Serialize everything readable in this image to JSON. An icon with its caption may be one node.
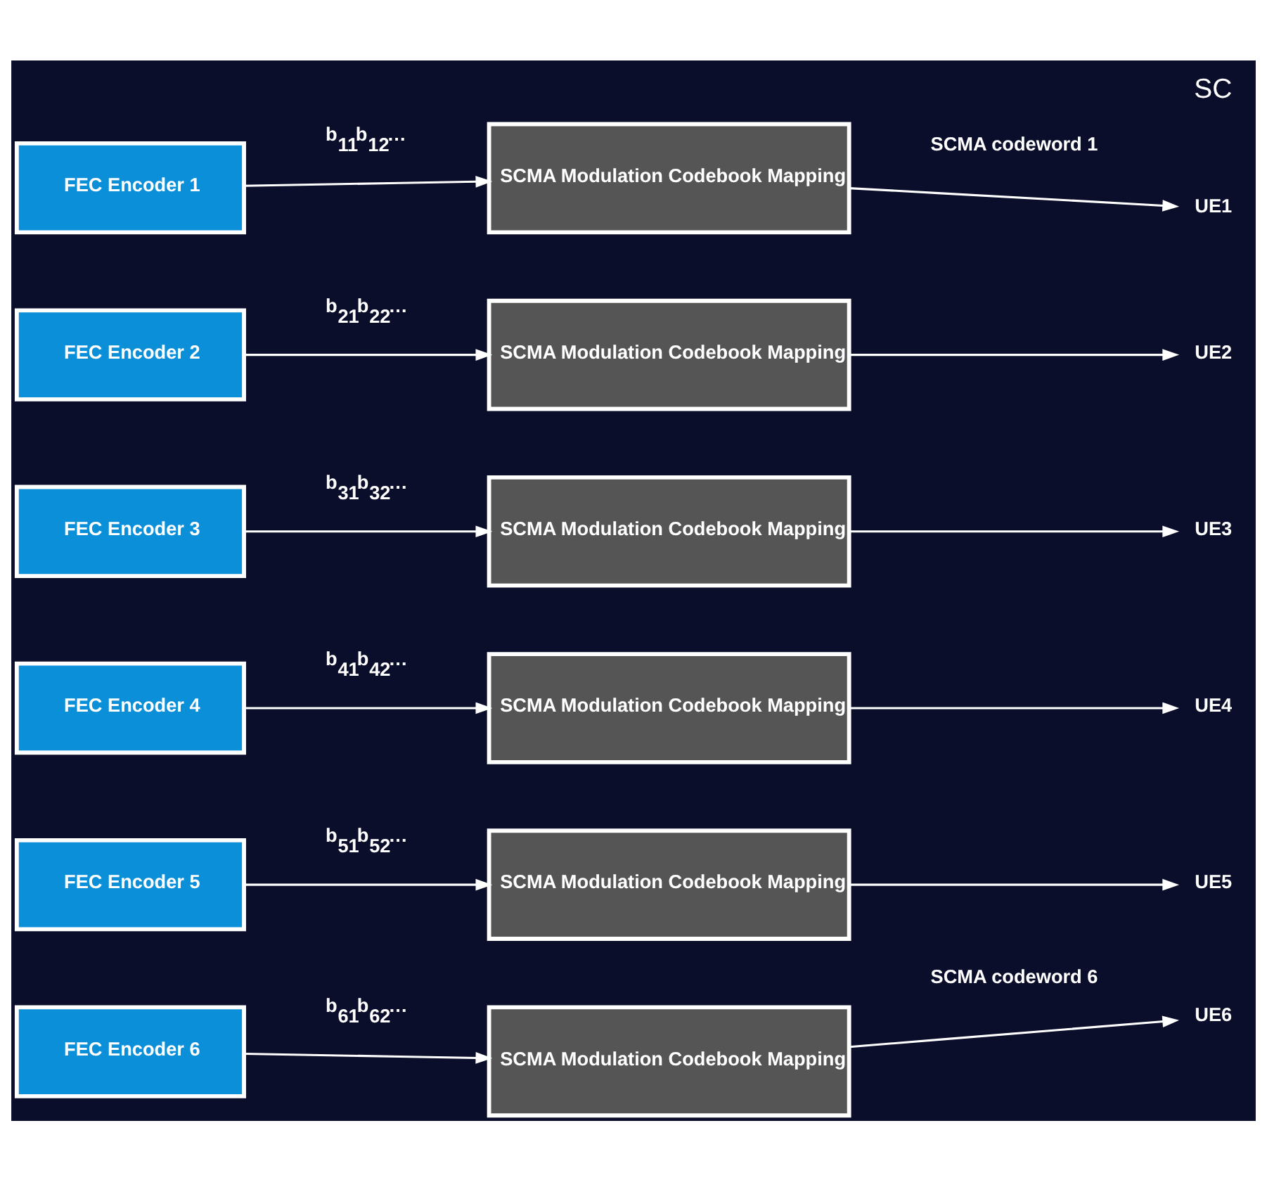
{
  "diagram": {
    "nodes": [
      {
        "text": [
          "FEC Encoder 1"
        ]
      },
      {
        "text": [
          "FEC Encoder 2"
        ]
      },
      {
        "text": [
          "FEC Encoder 3"
        ]
      },
      {
        "text": [
          "FEC Encoder 4"
        ]
      },
      {
        "text": [
          "FEC Encoder 5"
        ]
      },
      {
        "text": [
          "FEC Encoder 6"
        ]
      },
      {
        "text": [
          "SCMA Modulation Codebook Mapping"
        ]
      },
      {
        "text": [
          "SCMA Modulation Codebook Mapping"
        ]
      },
      {
        "text": [
          "SCMA Modulation Codebook Mapping"
        ]
      },
      {
        "text": [
          "SCMA Modulation Codebook Mapping"
        ]
      },
      {
        "text": [
          "SCMA Modulation Codebook Mapping"
        ]
      },
      {
        "text": [
          "SCMA Modulation Codebook Mapping"
        ]
      },
      {
        "text": [
          "UE1"
        ]
      },
      {
        "text": [
          "UE2"
        ]
      },
      {
        "text": [
          "UE3"
        ]
      },
      {
        "text": [
          "UE4"
        ]
      },
      {
        "text": [
          "UE5"
        ]
      },
      {
        "text": [
          "UE6"
        ]
      }
    ],
    "edges": [
      {
        "from": 0,
        "to": 6,
        "arrow": "to",
        "label": "b$_{11}$b$_{12}$…"
      },
      {
        "from": 1,
        "to": 7,
        "arrow": "to",
        "label": "b$_{21}$b$_{22}$…"
      },
      {
        "from": 2,
        "to": 8,
        "arrow": "to",
        "label": "b$_{31}$b$_{32}$…"
      },
      {
        "from": 3,
        "to": 9,
        "arrow": "to",
        "label": "b$_{41}$b$_{42}$…"
      },
      {
        "from": 4,
        "to": 10,
        "arrow": "to",
        "label": "b$_{51}$b$_{52}$…"
      },
      {
        "from": 5,
        "to": 11,
        "arrow": "to",
        "label": "b$_{61}$b$_{62}$…"
      },
      {
        "from": 6,
        "to": 12,
        "arrow": "to",
        "label": "SCMA codeword 1"
      },
      {
        "from": 7,
        "to": 13,
        "arrow": "to"
      },
      {
        "from": 8,
        "to": 14,
        "arrow": "to"
      },
      {
        "from": 9,
        "to": 15,
        "arrow": "to"
      },
      {
        "from": 10,
        "to": 16,
        "arrow": "to"
      },
      {
        "from": 11,
        "to": 17,
        "arrow": "to",
        "label": "SCMA codeword 6"
      }
    ],
    "labels": [
      "SC"
    ]
  }
}
